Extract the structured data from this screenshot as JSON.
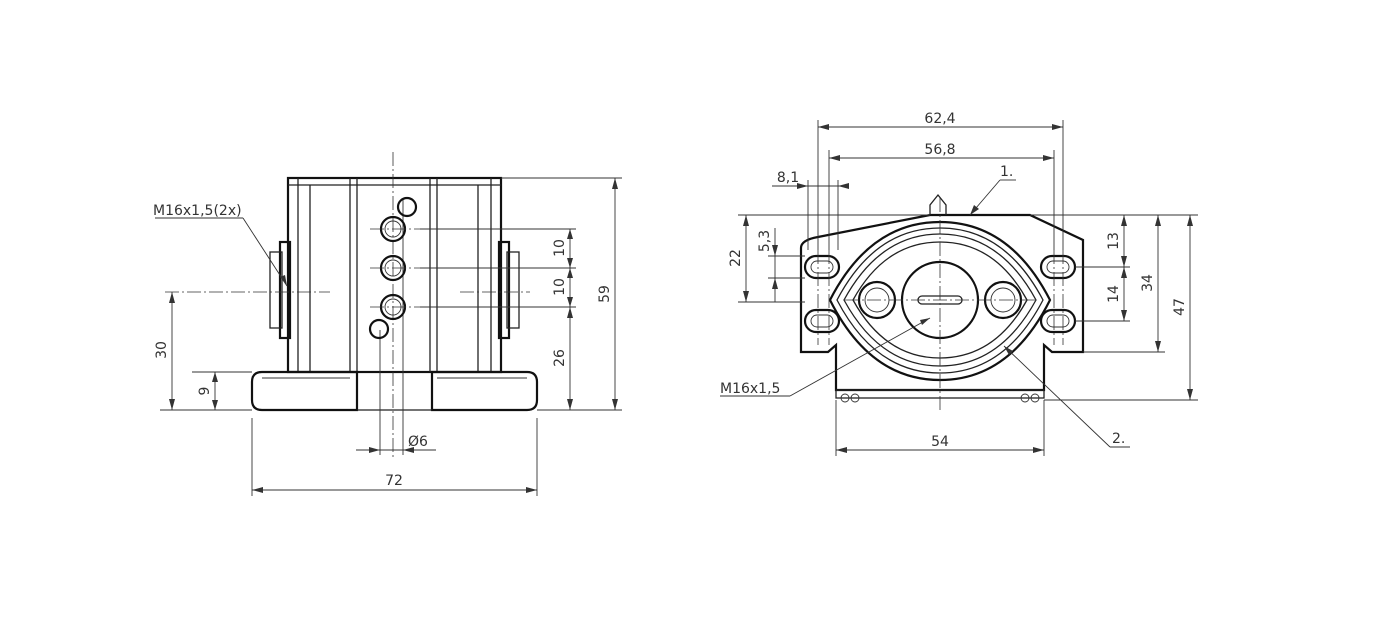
{
  "front_view": {
    "thread_label": "M16x1,5(2x)",
    "dim_height": "59",
    "dim_port_pitch_upper": "10",
    "dim_port_pitch_lower": "10",
    "dim_lower_port_height": "26",
    "dim_axis_height": "30",
    "dim_base_height": "9",
    "dim_hole_diameter": "Ø6",
    "dim_base_width": "72"
  },
  "top_view": {
    "dim_overall_width": "62,4",
    "dim_hole_spacing": "56,8",
    "dim_flange_offset": "8,1",
    "dim_slot_depth": "5,3",
    "dim_flange_depth": "22",
    "dim_slot_upper": "13",
    "dim_slot_lower": "14",
    "dim_depth_34": "34",
    "dim_depth_47": "47",
    "dim_body_width": "54",
    "thread_label": "M16x1,5",
    "callout_1": "1.",
    "callout_2": "2."
  }
}
